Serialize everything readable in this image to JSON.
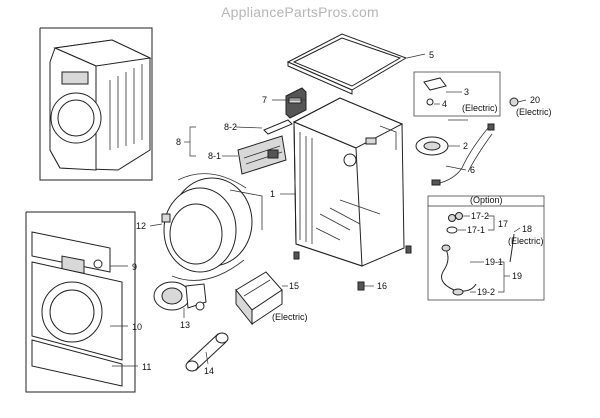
{
  "watermark": "AppliancePartsPros.com",
  "labels": {
    "p1": "1",
    "p2": "2",
    "p3": "3",
    "p4": "4",
    "p5": "5",
    "p6": "6",
    "p7": "7",
    "p8": "8",
    "p8_1": "8-1",
    "p8_2": "8-2",
    "p9": "9",
    "p10": "10",
    "p11": "11",
    "p12": "12",
    "p13": "13",
    "p14": "14",
    "p15": "15",
    "p16": "16",
    "p17": "17",
    "p17_1": "17-1",
    "p17_2": "17-2",
    "p18": "18",
    "p19": "19",
    "p19_1": "19-1",
    "p19_2": "19-2",
    "p20": "20",
    "electric_3": "(Electric)",
    "electric_20": "(Electric)",
    "electric_15": "(Electric)",
    "electric_18": "(Electric)",
    "option": "(Option)"
  }
}
